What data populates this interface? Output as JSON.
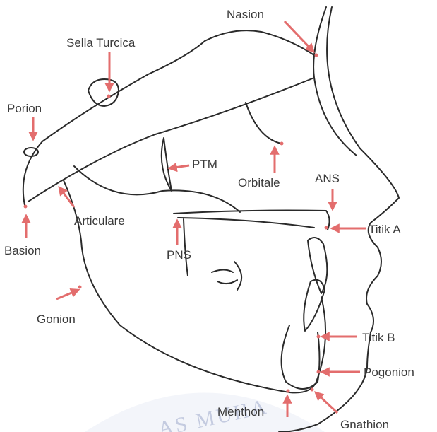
{
  "landmarks": {
    "nasion": "Nasion",
    "sella": "Sella Turcica",
    "porion": "Porion",
    "ptm": "PTM",
    "orbitale": "Orbitale",
    "ans": "ANS",
    "titik_a": "Titik A",
    "basion": "Basion",
    "articulare": "Articulare",
    "pns": "PNS",
    "gonion": "Gonion",
    "titik_b": "Titik B",
    "pogonion": "Pogonion",
    "menthon": "Menthon",
    "gnathion": "Gnathion"
  },
  "watermark": {
    "text": "AS MUHA"
  },
  "colors": {
    "arrow": "#e36d6d",
    "line": "#2a2a2a",
    "label": "#3a3a3a",
    "watermark": "#c4cbe0",
    "background": "#ffffff"
  }
}
